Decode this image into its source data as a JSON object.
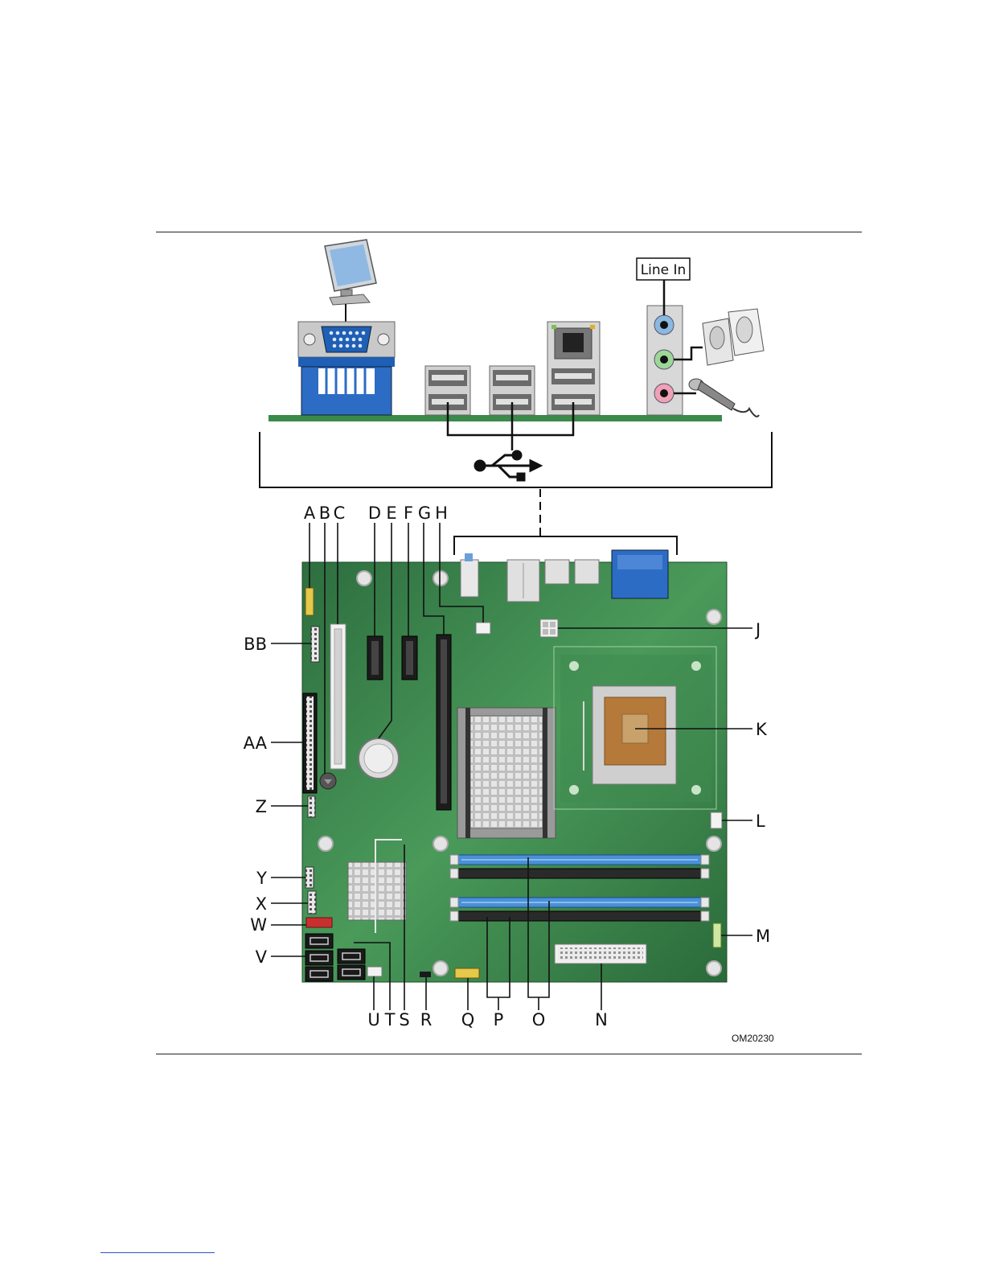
{
  "figure_id": "OM20230",
  "back_panel": {
    "line_in_label": "Line In"
  },
  "callouts_top": [
    "A",
    "B",
    "C",
    "D",
    "E",
    "F",
    "G",
    "H"
  ],
  "callouts_left": [
    "BB",
    "AA",
    "Z",
    "Y",
    "X",
    "W",
    "V"
  ],
  "callouts_right": [
    "J",
    "K",
    "L",
    "M"
  ],
  "callouts_bottom": [
    "U",
    "T",
    "S",
    "R",
    "Q",
    "P",
    "O",
    "N"
  ],
  "colors": {
    "board": "#2f7a46",
    "dimm_blue": "#4a90d9",
    "dimm_black": "#2a2a2a",
    "vga_blue": "#1f5fb5",
    "cpu_socket": "#b5793a",
    "sata_red": "#c83030",
    "pcb_strip": "#3a8a4a"
  }
}
